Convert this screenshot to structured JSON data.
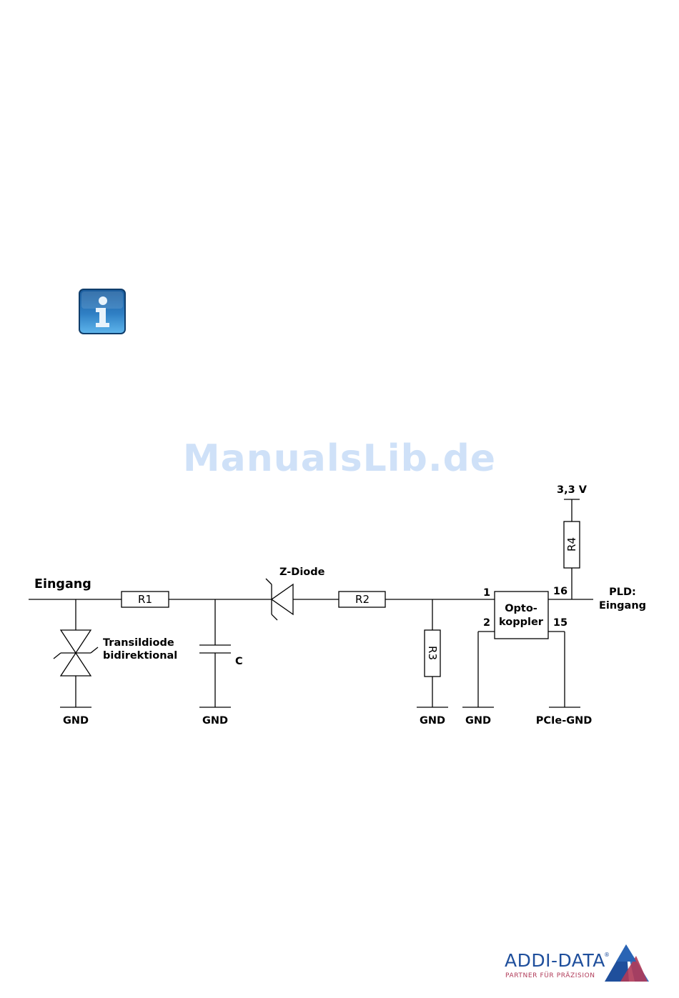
{
  "watermark": "ManualsLib.de",
  "diagram": {
    "input_label": "Eingang",
    "r1": "R1",
    "r2": "R2",
    "r3": "R3",
    "r4": "R4",
    "zdiode_label": "Z-Diode",
    "tvs_label_line1": "Transildiode",
    "tvs_label_line2": "bidirektional",
    "capacitor_label": "C",
    "supply_label": "3,3 V",
    "opto_line1": "Opto-",
    "opto_line2": "koppler",
    "pin1": "1",
    "pin2": "2",
    "pin15": "15",
    "pin16": "16",
    "output_line1": "PLD:",
    "output_line2": "Eingang",
    "gnd_labels": [
      "GND",
      "GND",
      "GND",
      "GND"
    ],
    "pcie_gnd": "PCIe-GND"
  },
  "logo": {
    "name": "ADDI-DATA",
    "registered": "®",
    "tagline": "PARTNER FÜR PRÄZISION"
  },
  "colors": {
    "watermark": "#cfe1f8",
    "logo_blue": "#1f4f9c",
    "logo_red": "#b03a58"
  }
}
